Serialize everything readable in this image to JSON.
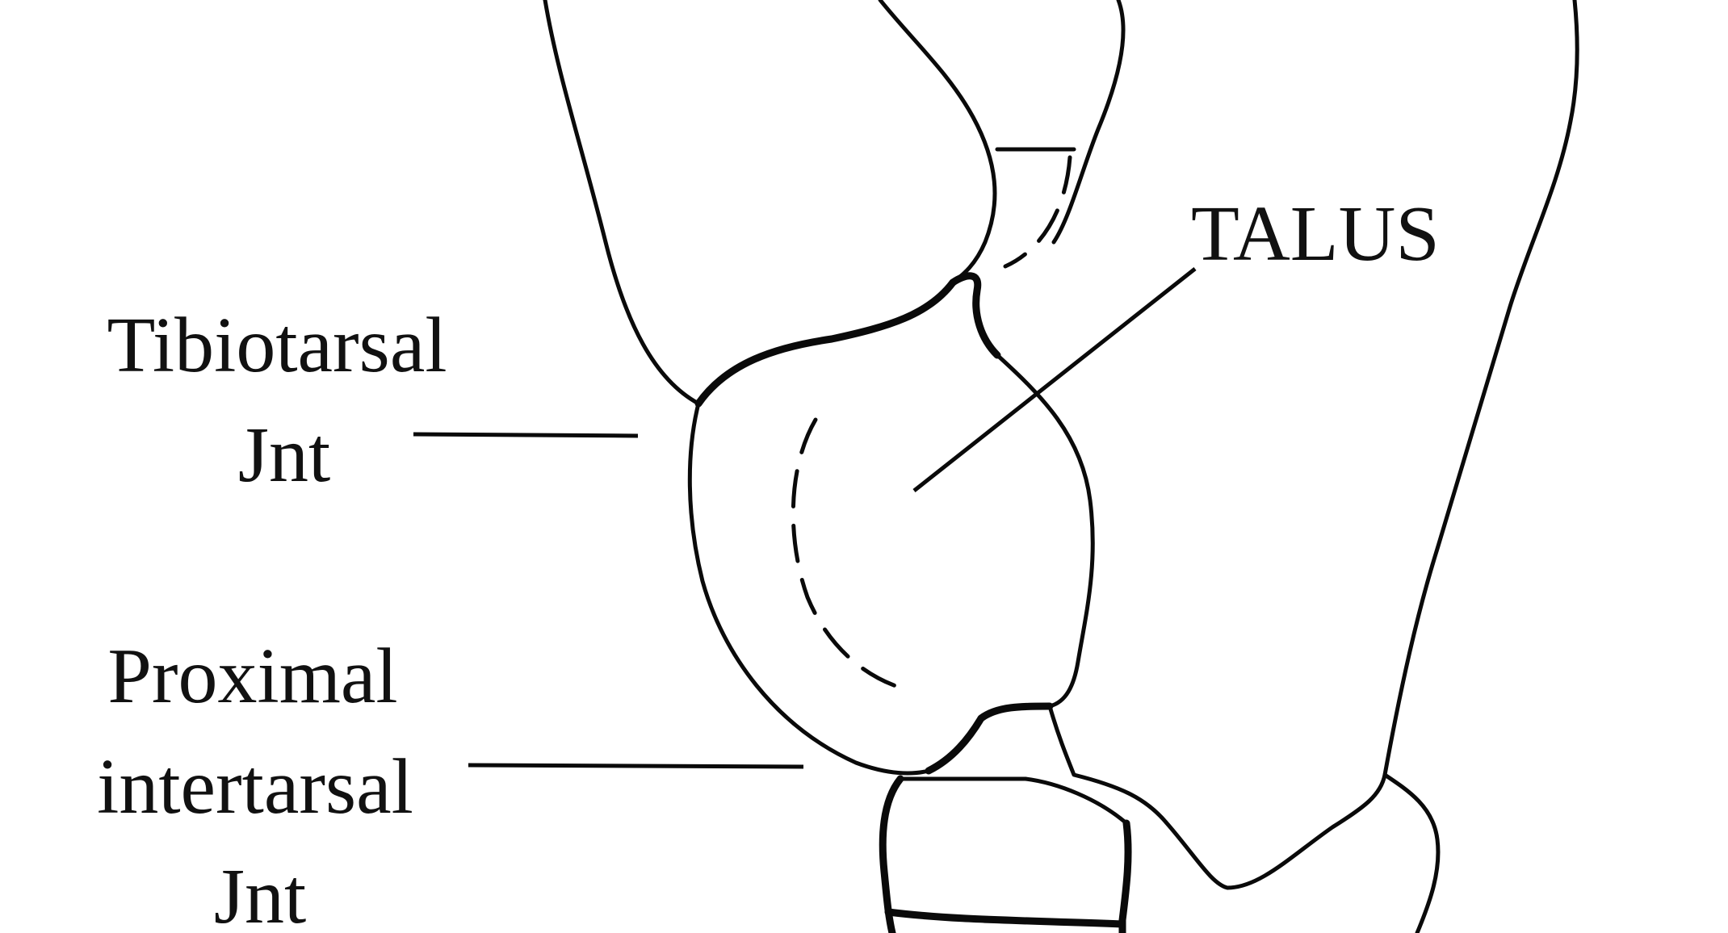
{
  "labels": {
    "talus": "TALUS",
    "tibiotarsal_line1": "Tibiotarsal",
    "tibiotarsal_line2": "Jnt",
    "proximal_line1": "Proximal",
    "proximal_line2": "intertarsal",
    "proximal_line3": "Jnt"
  },
  "colors": {
    "line": "#0a0a0a",
    "background": "#ffffff"
  }
}
